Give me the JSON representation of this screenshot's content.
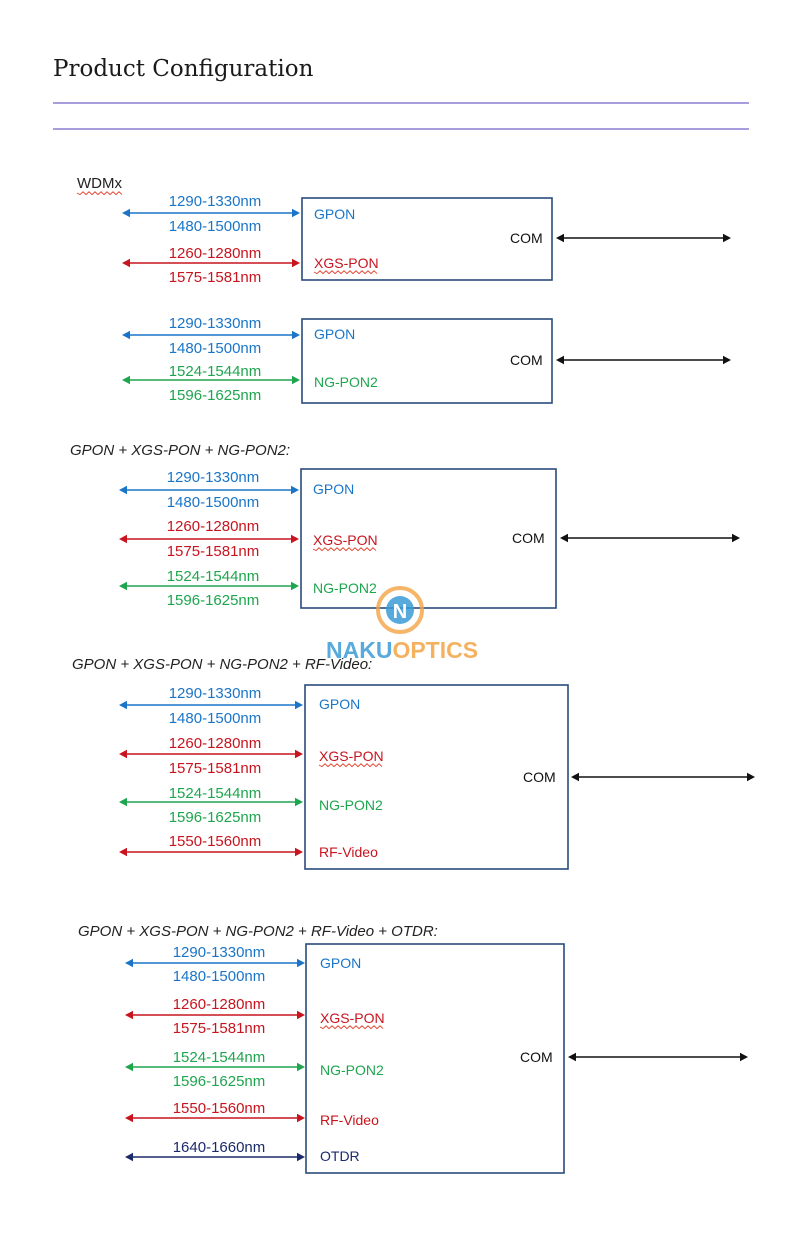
{
  "page": {
    "title": "Product Configuration"
  },
  "colors": {
    "blue": "#1a75c8",
    "red": "#c8141e",
    "green": "#1ea54e",
    "navy": "#1b2a6b",
    "black": "#111111",
    "rule": "#a99cdf",
    "wm_orange": "#f2a445",
    "wm_blue": "#3b9bd6"
  },
  "watermark": {
    "brand_left": "NAKU",
    "brand_right": "OPTICS",
    "logo_letter": "N"
  },
  "sections": [
    {
      "label": "WDMx",
      "italic": false,
      "com_label": "COM",
      "groups": [
        {
          "ports": [
            {
              "name": "GPON",
              "color": "blue",
              "waves": [
                "1290-1330nm",
                "1480-1500nm"
              ]
            },
            {
              "name": "XGS-PON",
              "color": "red",
              "waves": [
                "1260-1280nm",
                "1575-1581nm"
              ]
            }
          ]
        },
        {
          "ports": [
            {
              "name": "GPON",
              "color": "blue",
              "waves": [
                "1290-1330nm",
                "1480-1500nm"
              ]
            },
            {
              "name": "NG-PON2",
              "color": "green",
              "waves": [
                "1524-1544nm",
                "1596-1625nm"
              ]
            }
          ]
        }
      ]
    },
    {
      "label": "GPON + XGS-PON + NG-PON2:",
      "italic": true,
      "com_label": "COM",
      "groups": [
        {
          "ports": [
            {
              "name": "GPON",
              "color": "blue",
              "waves": [
                "1290-1330nm",
                "1480-1500nm"
              ]
            },
            {
              "name": "XGS-PON",
              "color": "red",
              "waves": [
                "1260-1280nm",
                "1575-1581nm"
              ]
            },
            {
              "name": "NG-PON2",
              "color": "green",
              "waves": [
                "1524-1544nm",
                "1596-1625nm"
              ]
            }
          ]
        }
      ]
    },
    {
      "label": "GPON + XGS-PON + NG-PON2 + RF-Video:",
      "italic": true,
      "com_label": "COM",
      "groups": [
        {
          "ports": [
            {
              "name": "GPON",
              "color": "blue",
              "waves": [
                "1290-1330nm",
                "1480-1500nm"
              ]
            },
            {
              "name": "XGS-PON",
              "color": "red",
              "waves": [
                "1260-1280nm",
                "1575-1581nm"
              ]
            },
            {
              "name": "NG-PON2",
              "color": "green",
              "waves": [
                "1524-1544nm",
                "1596-1625nm"
              ]
            },
            {
              "name": "RF-Video",
              "color": "red",
              "waves": [
                "1550-1560nm"
              ]
            }
          ]
        }
      ]
    },
    {
      "label": "GPON + XGS-PON + NG-PON2 + RF-Video + OTDR:",
      "italic": true,
      "com_label": "COM",
      "groups": [
        {
          "ports": [
            {
              "name": "GPON",
              "color": "blue",
              "waves": [
                "1290-1330nm",
                "1480-1500nm"
              ]
            },
            {
              "name": "XGS-PON",
              "color": "red",
              "waves": [
                "1260-1280nm",
                "1575-1581nm"
              ]
            },
            {
              "name": "NG-PON2",
              "color": "green",
              "waves": [
                "1524-1544nm",
                "1596-1625nm"
              ]
            },
            {
              "name": "RF-Video",
              "color": "red",
              "waves": [
                "1550-1560nm"
              ]
            },
            {
              "name": "OTDR",
              "color": "navy",
              "waves": [
                "1640-1660nm"
              ]
            }
          ]
        }
      ]
    }
  ]
}
